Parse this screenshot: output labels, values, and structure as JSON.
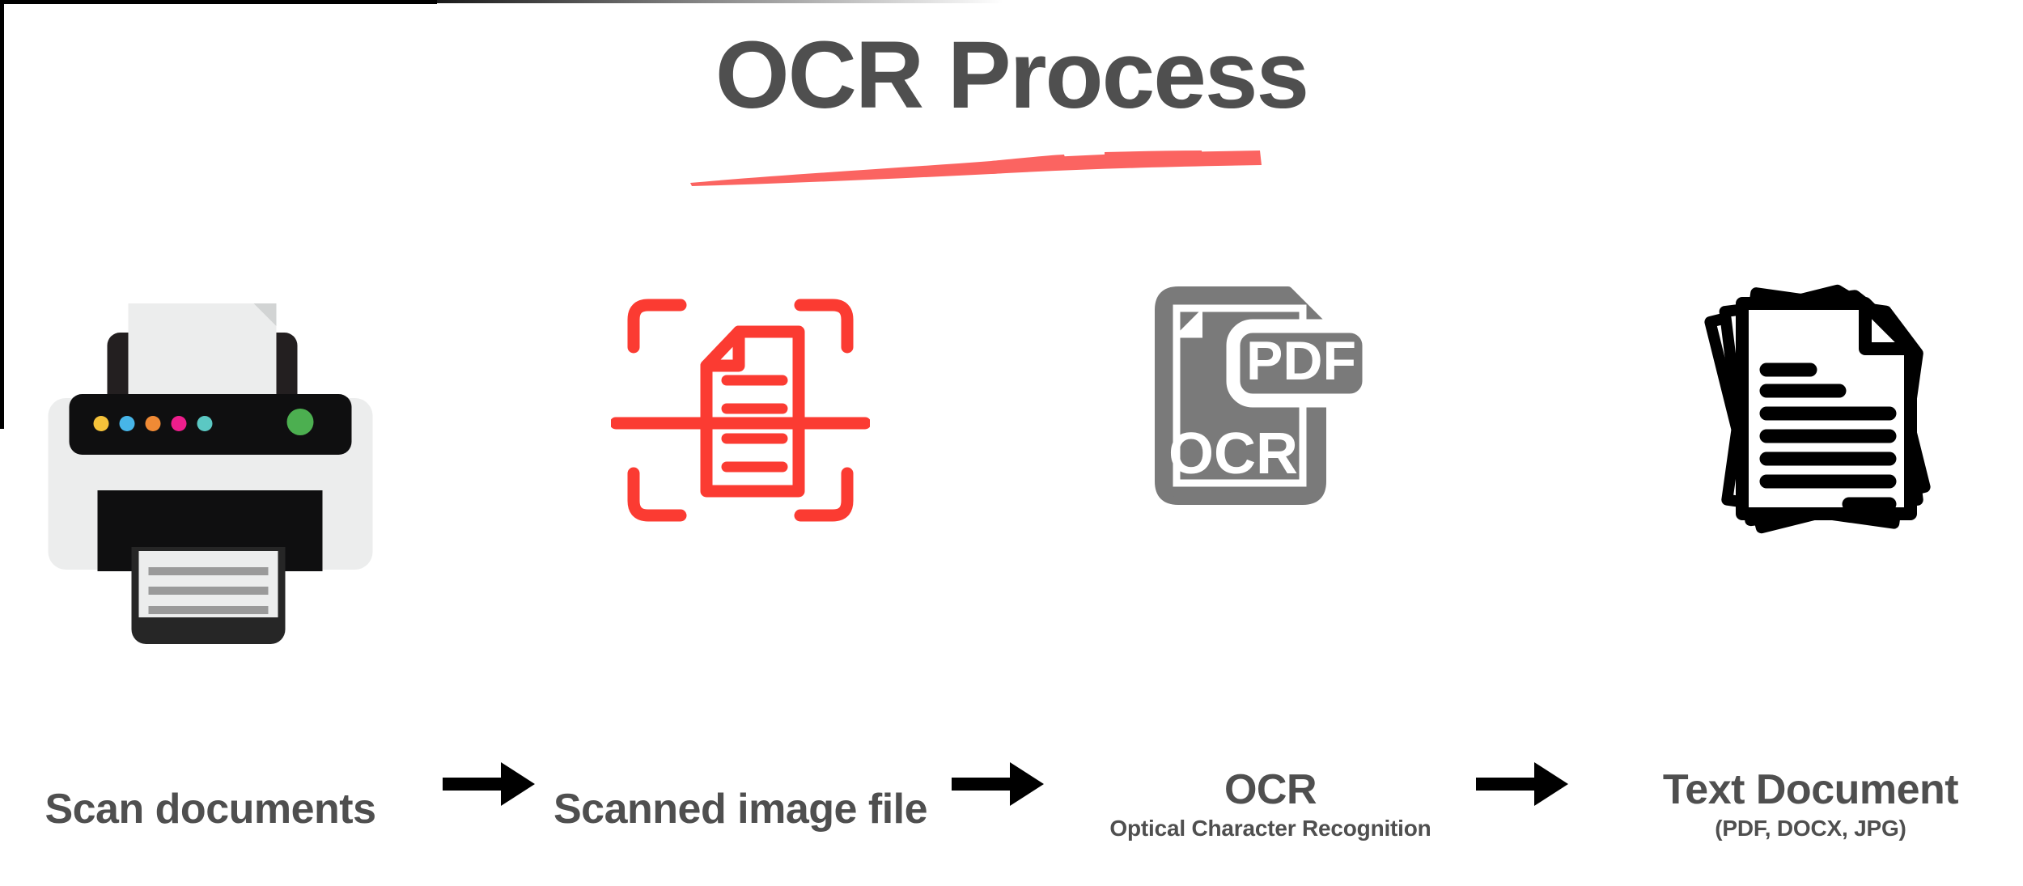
{
  "page": {
    "background_color": "#ffffff",
    "title": "OCR Process",
    "title_color": "#4f4f4f",
    "underline_color": "#fb6461"
  },
  "flow": {
    "arrow_color": "#000000",
    "arrows": [
      {
        "name": "arrow-1"
      },
      {
        "name": "arrow-2"
      },
      {
        "name": "arrow-3"
      }
    ],
    "steps": [
      {
        "id": "scan",
        "icon": "printer-icon",
        "icon_colors": {
          "body": "#eceded",
          "panel": "#0f0f10",
          "tray": "#262626",
          "paper_line": "#9a9a9a",
          "led": "#4caf50"
        },
        "panel_dots": [
          "#f5c23a",
          "#47b5e8",
          "#f08a35",
          "#ee1e8c",
          "#5bc8c3"
        ],
        "label": "Scan documents",
        "sublabel": ""
      },
      {
        "id": "scanned-image",
        "icon": "document-scan-icon",
        "icon_colors": {
          "stroke": "#fb3b32"
        },
        "label": "Scanned image file",
        "sublabel": ""
      },
      {
        "id": "ocr",
        "icon": "pdf-ocr-file-icon",
        "icon_colors": {
          "fill": "#7a7a7a",
          "text": "#ffffff"
        },
        "badge_text": "PDF",
        "body_text": "OCR",
        "label": "OCR",
        "sublabel": "Optical Character Recognition"
      },
      {
        "id": "text-document",
        "icon": "document-stack-icon",
        "icon_colors": {
          "stroke": "#000000",
          "fill": "#ffffff"
        },
        "label": "Text Document",
        "sublabel": "(PDF, DOCX, JPG)"
      }
    ]
  }
}
